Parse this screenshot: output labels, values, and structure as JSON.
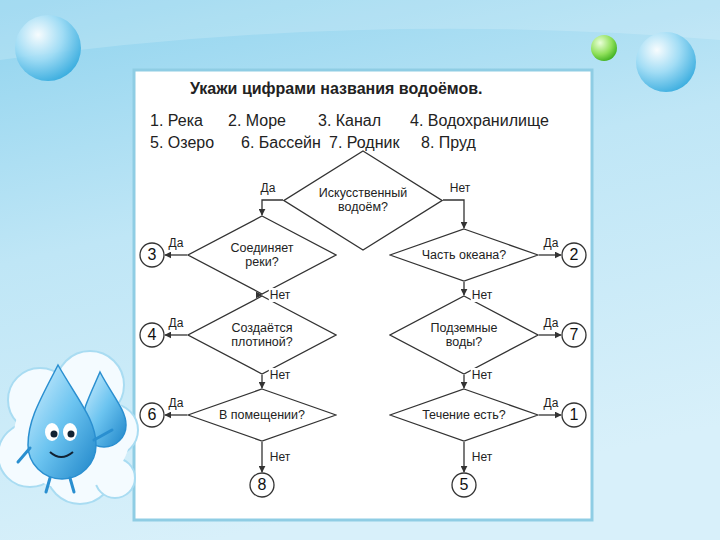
{
  "diagram": {
    "title": "Укажи цифрами названия водоёмов.",
    "nodes": [
      {
        "text": [
          "Искусственный водоём?"
        ]
      },
      {
        "text": [
          "Соединяет реки?"
        ]
      },
      {
        "text": [
          "Часть океана?"
        ]
      },
      {
        "text": [
          "3"
        ]
      },
      {
        "text": [
          "2"
        ]
      },
      {
        "text": [
          "Создаётся плотиной?"
        ]
      },
      {
        "text": [
          "Подземные воды?"
        ]
      },
      {
        "text": [
          "4"
        ]
      },
      {
        "text": [
          "7"
        ]
      },
      {
        "text": [
          "В помещении?"
        ]
      },
      {
        "text": [
          "Течение есть?"
        ]
      },
      {
        "text": [
          "6"
        ]
      },
      {
        "text": [
          "1"
        ]
      },
      {
        "text": [
          "8"
        ]
      },
      {
        "text": [
          "5"
        ]
      }
    ],
    "edges": [
      {
        "from": 0,
        "to": 1,
        "arrow": "to",
        "label": "Да"
      },
      {
        "from": 0,
        "to": 2,
        "arrow": "to",
        "label": "Нет"
      },
      {
        "from": 1,
        "to": 3,
        "arrow": "to",
        "label": "Да"
      },
      {
        "from": 1,
        "to": 5,
        "arrow": "to",
        "label": "Нет"
      },
      {
        "from": 2,
        "to": 4,
        "arrow": "to",
        "label": "Да"
      },
      {
        "from": 2,
        "to": 6,
        "arrow": "to",
        "label": "Нет"
      },
      {
        "from": 5,
        "to": 7,
        "arrow": "to",
        "label": "Да"
      },
      {
        "from": 5,
        "to": 9,
        "arrow": "to",
        "label": "Нет"
      },
      {
        "from": 6,
        "to": 8,
        "arrow": "to",
        "label": "Да"
      },
      {
        "from": 6,
        "to": 10,
        "arrow": "to",
        "label": "Нет"
      },
      {
        "from": 9,
        "to": 11,
        "arrow": "to",
        "label": "Да"
      },
      {
        "from": 9,
        "to": 13,
        "arrow": "to",
        "label": "Нет"
      },
      {
        "from": 10,
        "to": 12,
        "arrow": "to",
        "label": "Да"
      },
      {
        "from": 10,
        "to": 14,
        "arrow": "to",
        "label": "Нет"
      }
    ],
    "labels": [
      "1. Река",
      "2. Море",
      "3. Канал",
      "4. Водохранилище",
      "5. Озеро",
      "6. Бассейн",
      "7. Родник",
      "8. Пруд"
    ]
  }
}
